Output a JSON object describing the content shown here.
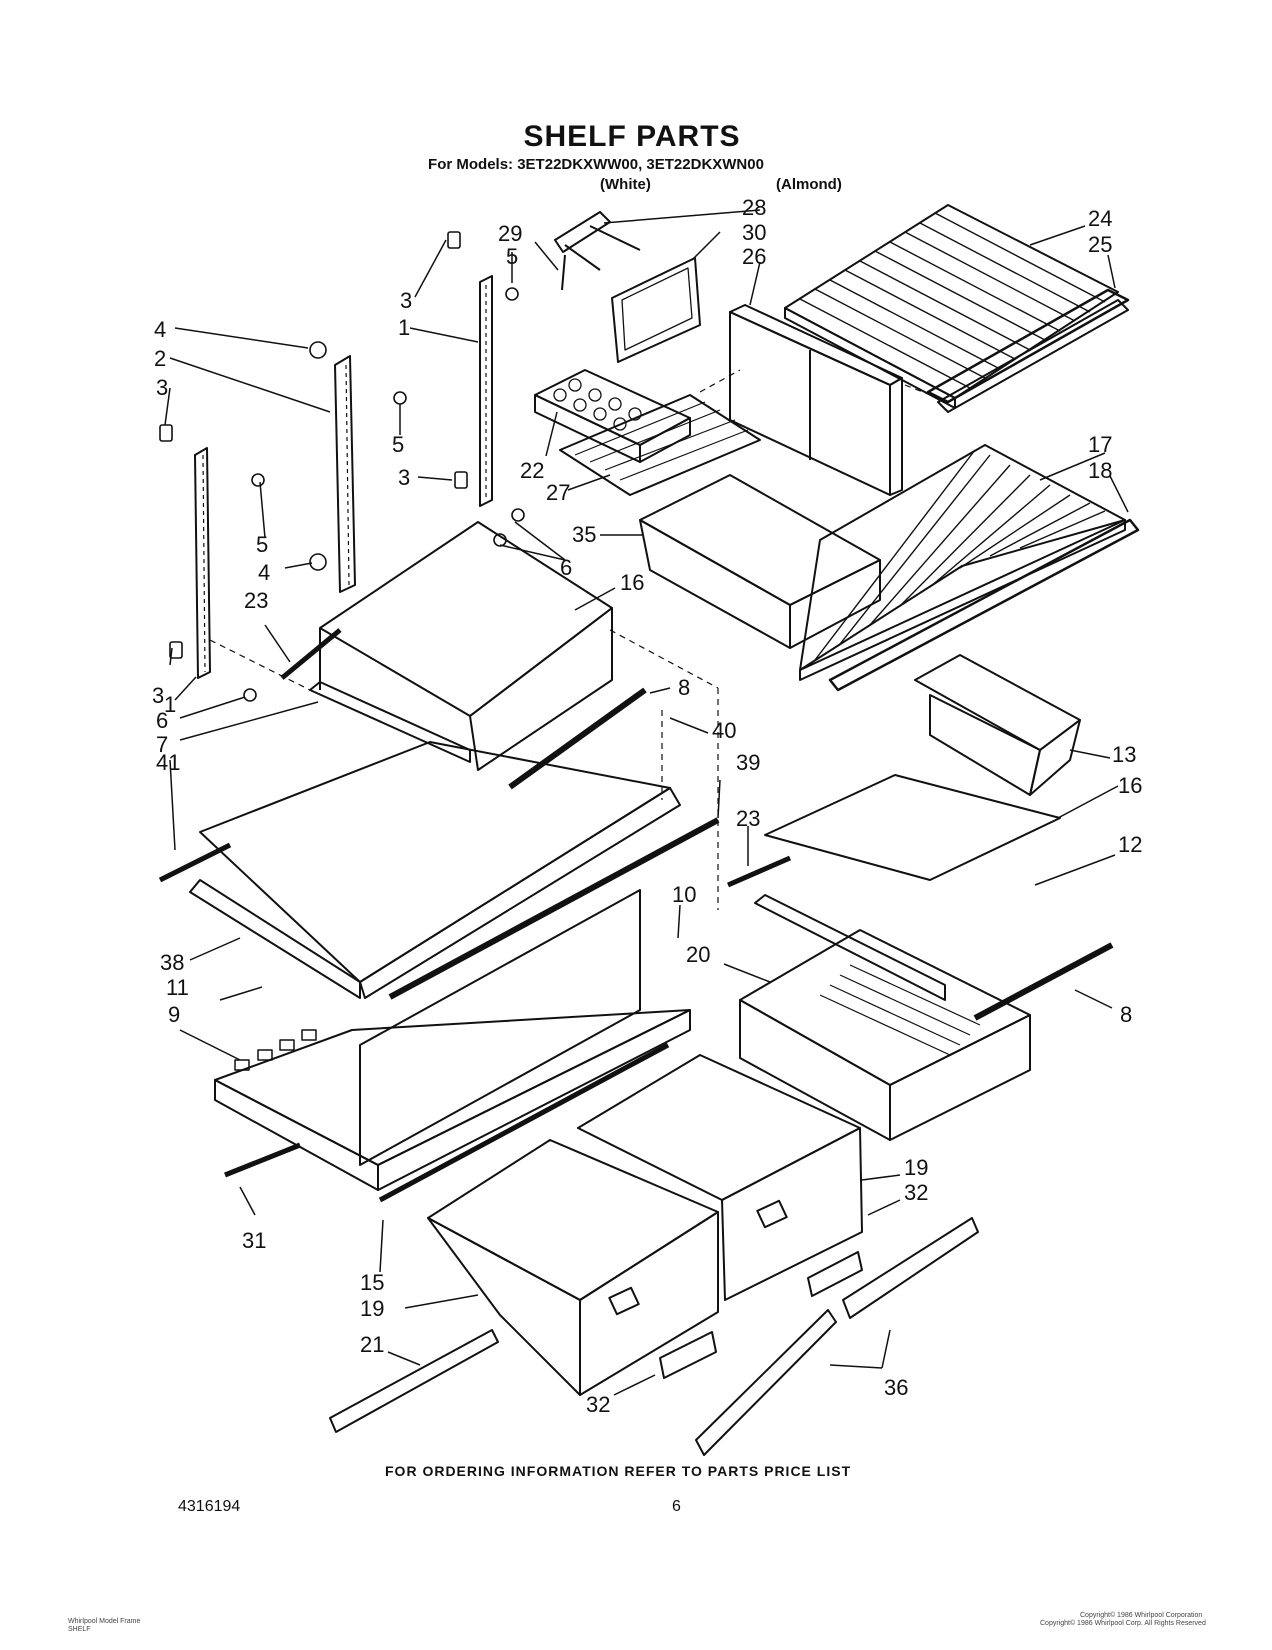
{
  "header": {
    "title": "SHELF PARTS",
    "models": "For Models: 3ET22DKXWW00, 3ET22DKXWN00",
    "color_white": "(White)",
    "color_almond": "(Almond)"
  },
  "callouts": [
    {
      "id": "c28",
      "label": "28"
    },
    {
      "id": "c29",
      "label": "29"
    },
    {
      "id": "c30",
      "label": "30"
    },
    {
      "id": "c24",
      "label": "24"
    },
    {
      "id": "c25",
      "label": "25"
    },
    {
      "id": "c26",
      "label": "26"
    },
    {
      "id": "c5a",
      "label": "5"
    },
    {
      "id": "c3a",
      "label": "3"
    },
    {
      "id": "c4a",
      "label": "4"
    },
    {
      "id": "c1a",
      "label": "1"
    },
    {
      "id": "c2",
      "label": "2"
    },
    {
      "id": "c3b",
      "label": "3"
    },
    {
      "id": "c5b",
      "label": "5"
    },
    {
      "id": "c3c",
      "label": "3"
    },
    {
      "id": "c22",
      "label": "22"
    },
    {
      "id": "c27",
      "label": "27"
    },
    {
      "id": "c17",
      "label": "17"
    },
    {
      "id": "c18",
      "label": "18"
    },
    {
      "id": "c5c",
      "label": "5"
    },
    {
      "id": "c35",
      "label": "35"
    },
    {
      "id": "c6a",
      "label": "6"
    },
    {
      "id": "c4b",
      "label": "4"
    },
    {
      "id": "c23a",
      "label": "23"
    },
    {
      "id": "c16a",
      "label": "16"
    },
    {
      "id": "c3d",
      "label": "3"
    },
    {
      "id": "c1b",
      "label": "1"
    },
    {
      "id": "c6b",
      "label": "6"
    },
    {
      "id": "c7",
      "label": "7"
    },
    {
      "id": "c8a",
      "label": "8"
    },
    {
      "id": "c40",
      "label": "40"
    },
    {
      "id": "c41",
      "label": "41"
    },
    {
      "id": "c39",
      "label": "39"
    },
    {
      "id": "c23b",
      "label": "23"
    },
    {
      "id": "c13",
      "label": "13"
    },
    {
      "id": "c16b",
      "label": "16"
    },
    {
      "id": "c12",
      "label": "12"
    },
    {
      "id": "c10",
      "label": "10"
    },
    {
      "id": "c38",
      "label": "38"
    },
    {
      "id": "c20",
      "label": "20"
    },
    {
      "id": "c11",
      "label": "11"
    },
    {
      "id": "c9",
      "label": "9"
    },
    {
      "id": "c8b",
      "label": "8"
    },
    {
      "id": "c19a",
      "label": "19"
    },
    {
      "id": "c32a",
      "label": "32"
    },
    {
      "id": "c31",
      "label": "31"
    },
    {
      "id": "c15",
      "label": "15"
    },
    {
      "id": "c19b",
      "label": "19"
    },
    {
      "id": "c21",
      "label": "21"
    },
    {
      "id": "c36",
      "label": "36"
    },
    {
      "id": "c32b",
      "label": "32"
    }
  ],
  "footer": {
    "note": "FOR ORDERING INFORMATION REFER TO PARTS PRICE LIST",
    "doc_number": "4316194",
    "page_number": "6",
    "bottom_left_1": "Whirlpool Model Frame",
    "bottom_left_2": "SHELF",
    "bottom_right_1": "Copyright© 1986 Whirlpool Corporation",
    "bottom_right_2": "Copyright© 1986 Whirlpool Corp. All Rights Reserved"
  }
}
